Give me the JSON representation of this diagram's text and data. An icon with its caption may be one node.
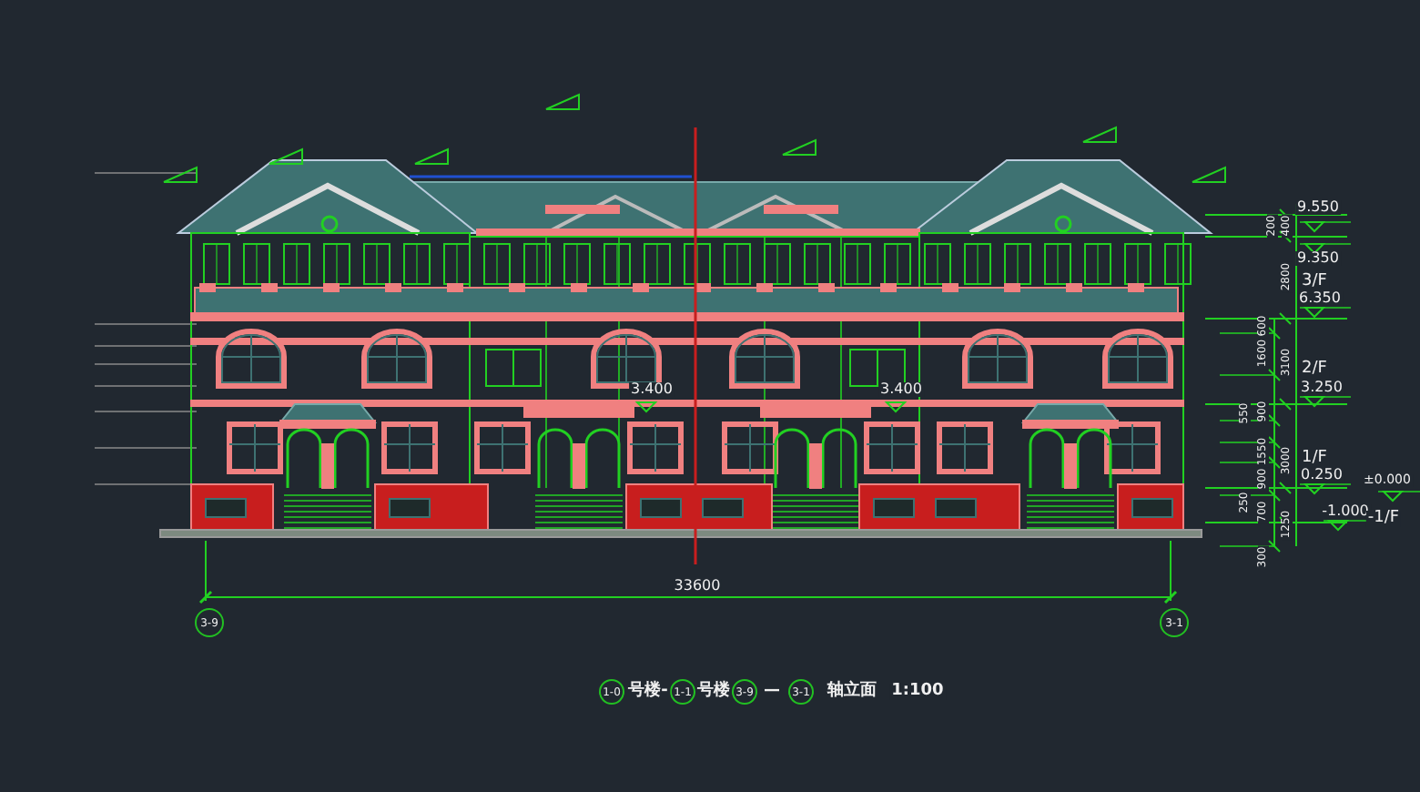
{
  "diagram": {
    "nodes": [
      {
        "text": [
          "3-9"
        ]
      },
      {
        "text": [
          "3-1"
        ]
      },
      {
        "text": [
          "1-0"
        ]
      },
      {
        "text": [
          "1-1"
        ]
      },
      {
        "text": [
          "3-9"
        ]
      },
      {
        "text": [
          "3-1"
        ]
      }
    ],
    "labels": [
      "9.550",
      "9.350",
      "3/F",
      "6.350",
      "2/F",
      "3.250",
      "1/F",
      "0.250",
      "±0.000",
      "-1.000",
      "-1/F",
      "200",
      "400",
      "2800",
      "3100",
      "3000",
      "1250",
      "600",
      "1600",
      "550",
      "900",
      "1550",
      "900",
      "250",
      "700",
      "300",
      "3.400",
      "3.400",
      "33600",
      "号楼-",
      "号楼",
      "—",
      "轴立面",
      "1:100"
    ]
  }
}
